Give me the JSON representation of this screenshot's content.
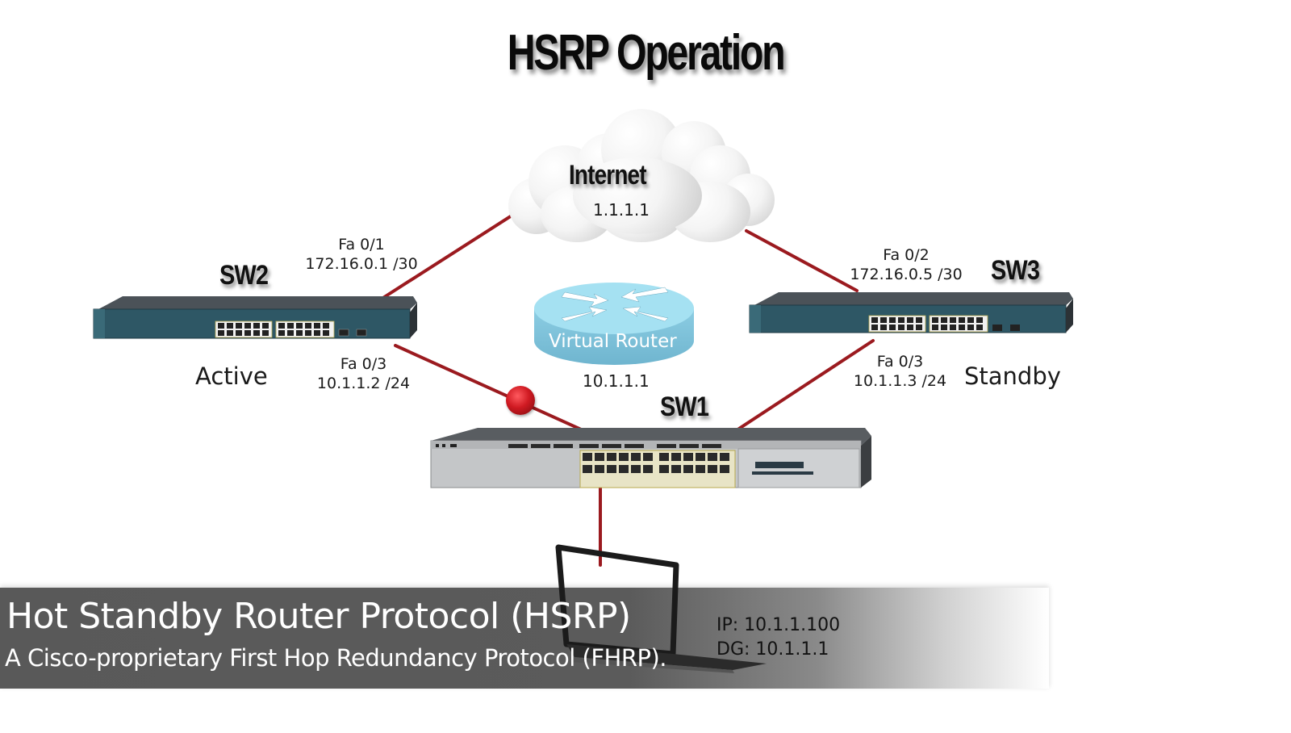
{
  "title": "HSRP Operation",
  "colors": {
    "link": "#9b1a1f",
    "switch_teal": "#2f5a66",
    "router_blue": "#8fd3ea",
    "caption_band": "#5a5a5a",
    "packet_red": "#c0141c"
  },
  "internet": {
    "label": "Internet",
    "ip": "1.1.1.1",
    "icon": "cloud-icon"
  },
  "sw2": {
    "name": "SW2",
    "role": "Active",
    "uplink": {
      "interface": "Fa 0/1",
      "ip": "172.16.0.1 /30"
    },
    "downlink": {
      "interface": "Fa 0/3",
      "ip": "10.1.1.2 /24"
    },
    "icon": "switch-icon"
  },
  "sw3": {
    "name": "SW3",
    "role": "Standby",
    "uplink": {
      "interface": "Fa 0/2",
      "ip": "172.16.0.5 /30"
    },
    "downlink": {
      "interface": "Fa 0/3",
      "ip": "10.1.1.3 /24"
    },
    "icon": "switch-icon"
  },
  "virtual_router": {
    "label": "Virtual Router",
    "ip": "10.1.1.1",
    "icon": "router-icon"
  },
  "sw1": {
    "name": "SW1",
    "icon": "switch-icon"
  },
  "pc": {
    "ip_line": "IP: 10.1.1.100",
    "dg_line": "DG: 10.1.1.1",
    "icon": "laptop-icon"
  },
  "caption": {
    "title": "Hot Standby Router Protocol (HSRP)",
    "subtitle": "A Cisco-proprietary First Hop Redundancy Protocol (FHRP)."
  }
}
